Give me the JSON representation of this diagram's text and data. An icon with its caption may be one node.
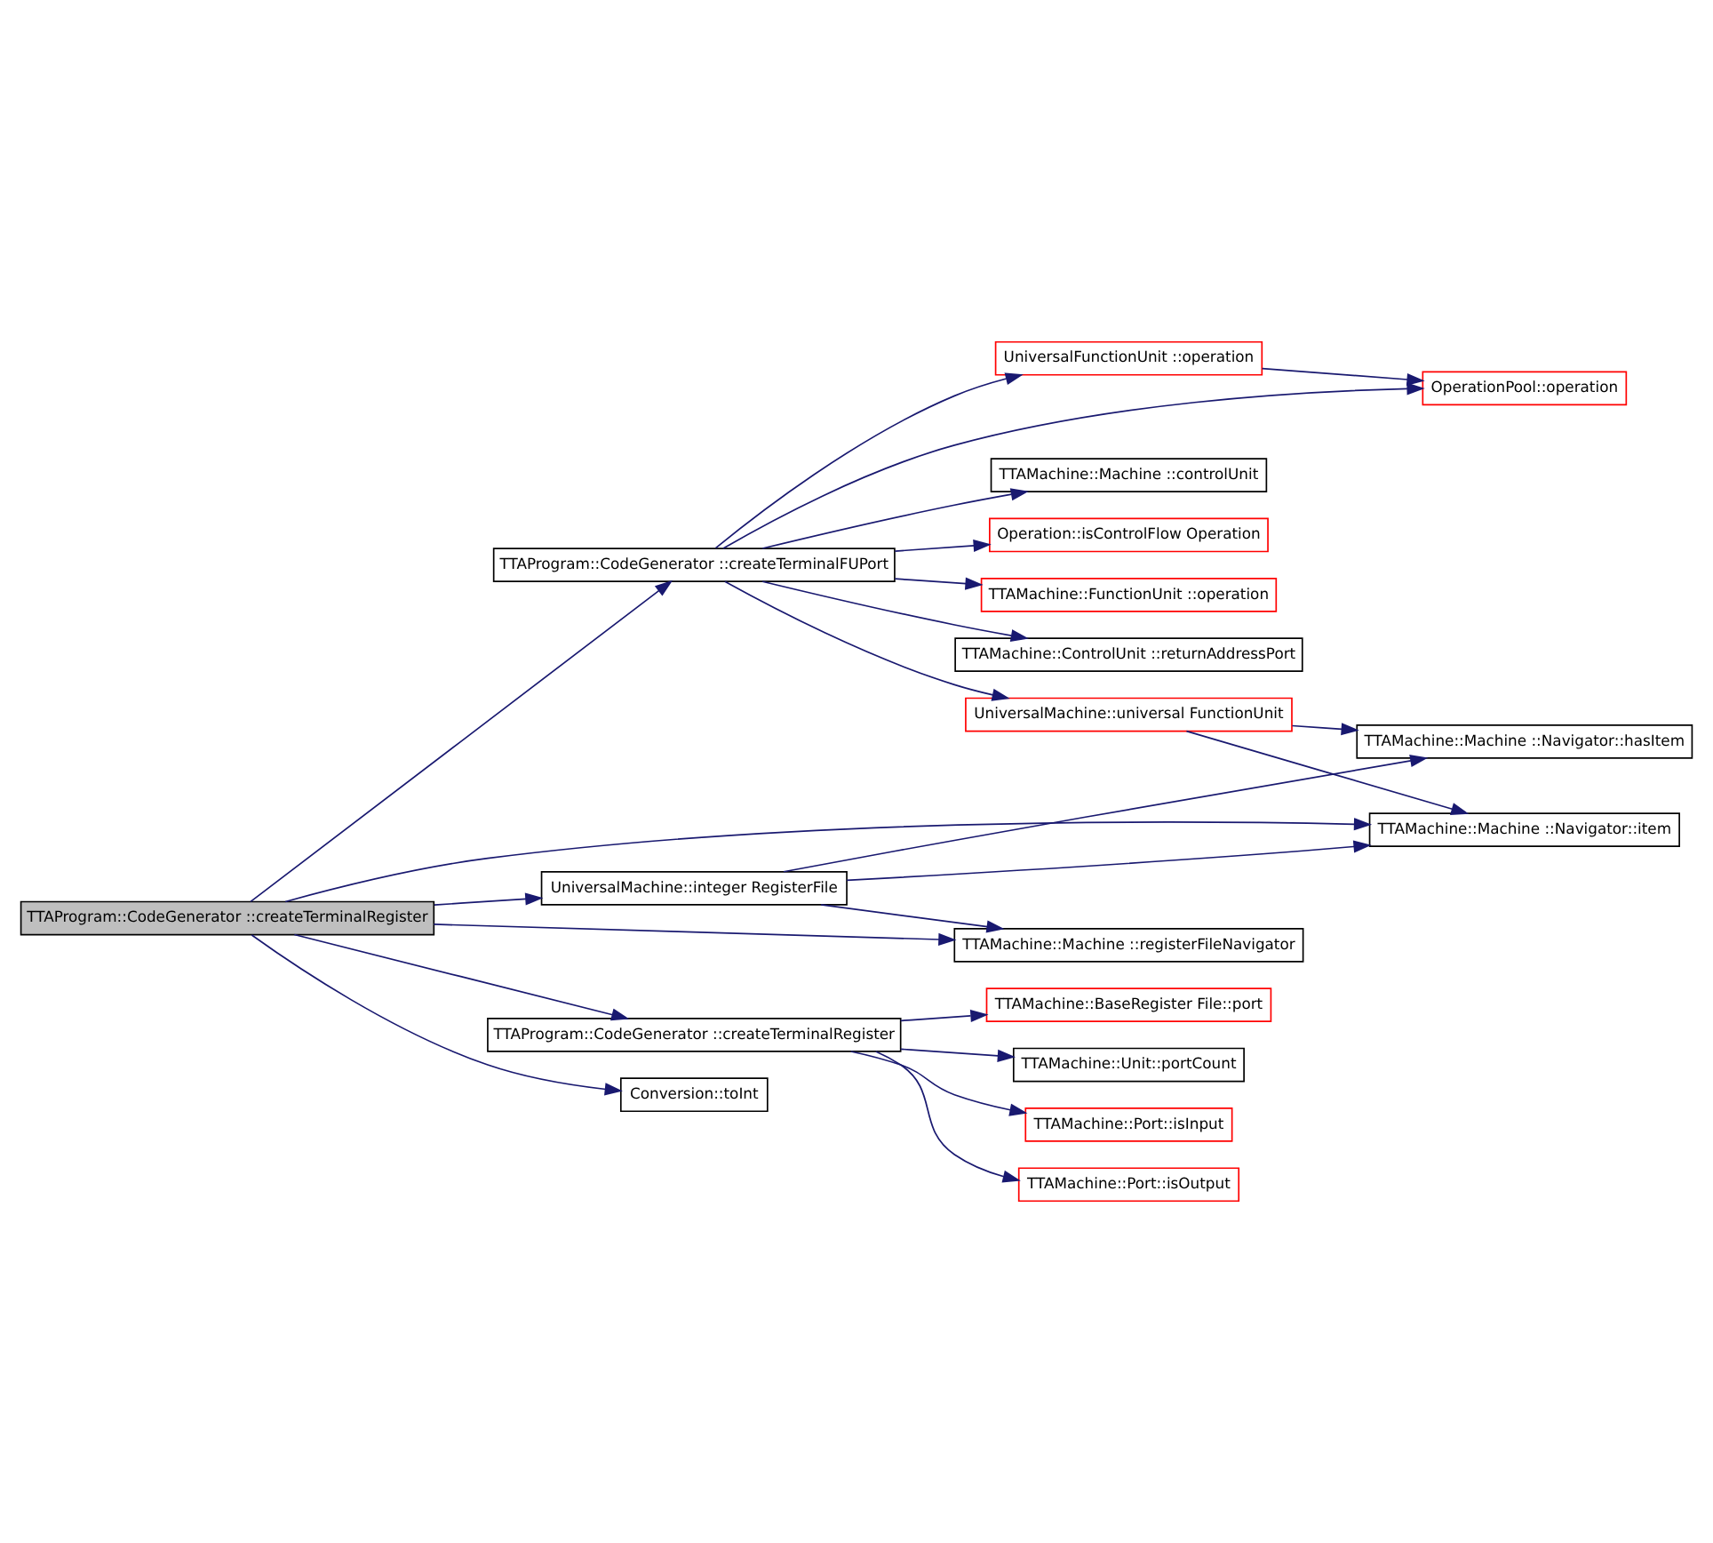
{
  "diagram": {
    "nodes": [
      {
        "text": [
          "TTAProgram::CodeGenerator ::createTerminalRegister"
        ]
      },
      {
        "text": [
          "TTAProgram::CodeGenerator ::createTerminalFUPort"
        ]
      },
      {
        "text": [
          "UniversalFunctionUnit ::operation"
        ]
      },
      {
        "text": [
          "OperationPool::operation"
        ]
      },
      {
        "text": [
          "TTAMachine::Machine ::controlUnit"
        ]
      },
      {
        "text": [
          "Operation::isControlFlow Operation"
        ]
      },
      {
        "text": [
          "TTAMachine::FunctionUnit ::operation"
        ]
      },
      {
        "text": [
          "TTAMachine::ControlUnit ::returnAddressPort"
        ]
      },
      {
        "text": [
          "UniversalMachine::universal FunctionUnit"
        ]
      },
      {
        "text": [
          "TTAMachine::Machine ::Navigator::hasItem"
        ]
      },
      {
        "text": [
          "TTAMachine::Machine ::Navigator::item"
        ]
      },
      {
        "text": [
          "UniversalMachine::integer RegisterFile"
        ]
      },
      {
        "text": [
          "TTAMachine::Machine ::registerFileNavigator"
        ]
      },
      {
        "text": [
          "TTAProgram::CodeGenerator ::createTerminalRegister"
        ]
      },
      {
        "text": [
          "TTAMachine::Unit::portCount"
        ]
      },
      {
        "text": [
          "TTAMachine::Port::isInput"
        ]
      },
      {
        "text": [
          "TTAMachine::Port::isOutput"
        ]
      },
      {
        "text": [
          "TTAMachine::BaseRegister File::port"
        ]
      },
      {
        "text": [
          "Conversion::toInt"
        ]
      }
    ],
    "edges": [
      {
        "from": 0,
        "to": 1,
        "arrow": "to"
      },
      {
        "from": 0,
        "to": 10,
        "arrow": "to"
      },
      {
        "from": 0,
        "to": 11,
        "arrow": "to"
      },
      {
        "from": 0,
        "to": 12,
        "arrow": "to"
      },
      {
        "from": 0,
        "to": 13,
        "arrow": "to"
      },
      {
        "from": 0,
        "to": 18,
        "arrow": "to"
      },
      {
        "from": 1,
        "to": 2,
        "arrow": "to"
      },
      {
        "from": 1,
        "to": 3,
        "arrow": "to"
      },
      {
        "from": 1,
        "to": 4,
        "arrow": "to"
      },
      {
        "from": 1,
        "to": 5,
        "arrow": "to"
      },
      {
        "from": 1,
        "to": 6,
        "arrow": "to"
      },
      {
        "from": 1,
        "to": 7,
        "arrow": "to"
      },
      {
        "from": 1,
        "to": 8,
        "arrow": "to"
      },
      {
        "from": 2,
        "to": 3,
        "arrow": "to"
      },
      {
        "from": 8,
        "to": 9,
        "arrow": "to"
      },
      {
        "from": 8,
        "to": 10,
        "arrow": "to"
      },
      {
        "from": 11,
        "to": 9,
        "arrow": "to"
      },
      {
        "from": 11,
        "to": 10,
        "arrow": "to"
      },
      {
        "from": 11,
        "to": 12,
        "arrow": "to"
      },
      {
        "from": 13,
        "to": 14,
        "arrow": "to"
      },
      {
        "from": 13,
        "to": 15,
        "arrow": "to"
      },
      {
        "from": 13,
        "to": 16,
        "arrow": "to"
      },
      {
        "from": 13,
        "to": 17,
        "arrow": "to"
      }
    ]
  }
}
